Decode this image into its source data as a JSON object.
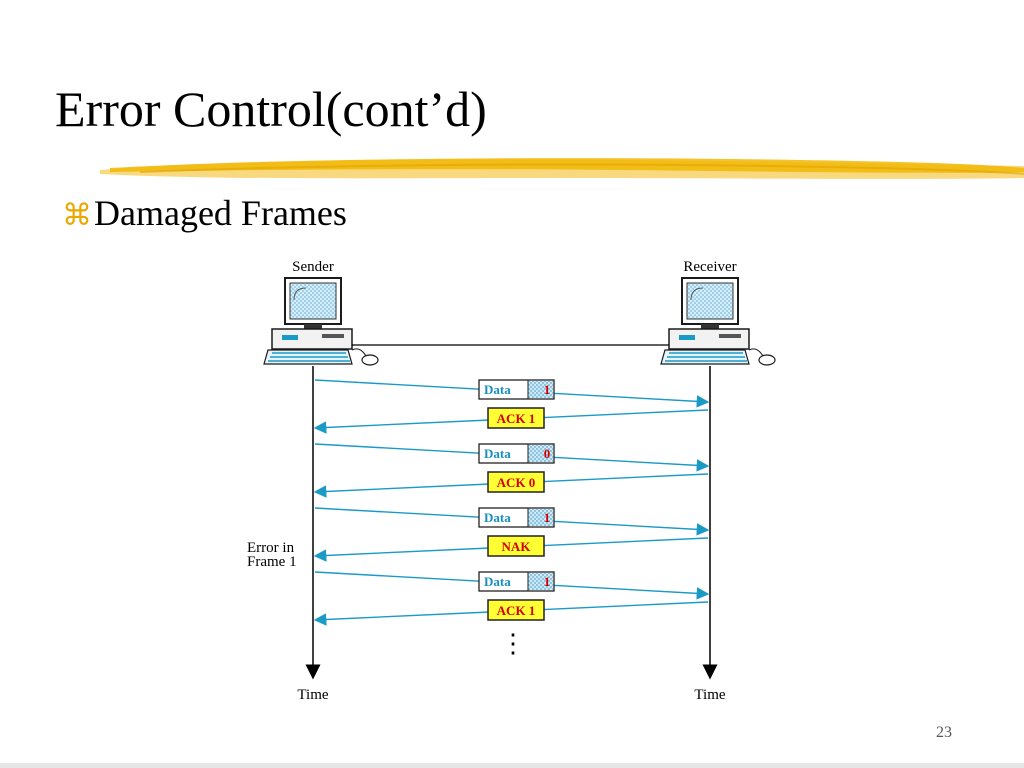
{
  "slide": {
    "title": "Error Control(cont’d)",
    "bullet_symbol": "⌘",
    "bullet_text": "Damaged Frames",
    "page_number": "23"
  },
  "diagram": {
    "sender_label": "Sender",
    "receiver_label": "Receiver",
    "time_label_left": "Time",
    "time_label_right": "Time",
    "error_note_line1": "Error in",
    "error_note_line2": "Frame 1",
    "ellipsis": "⋮",
    "exchanges": [
      {
        "frame_label": "Data",
        "frame_number": "1",
        "reply": "ACK 1"
      },
      {
        "frame_label": "Data",
        "frame_number": "0",
        "reply": "ACK 0"
      },
      {
        "frame_label": "Data",
        "frame_number": "1",
        "reply": "NAK"
      },
      {
        "frame_label": "Data",
        "frame_number": "1",
        "reply": "ACK 1"
      }
    ]
  },
  "colors": {
    "arrow": "#1a9ac6",
    "reply_box_fill": "#ffff33",
    "reply_text": "#d40000",
    "frame_text": "#1a8fbf",
    "brush_stroke": "#f2b705"
  }
}
